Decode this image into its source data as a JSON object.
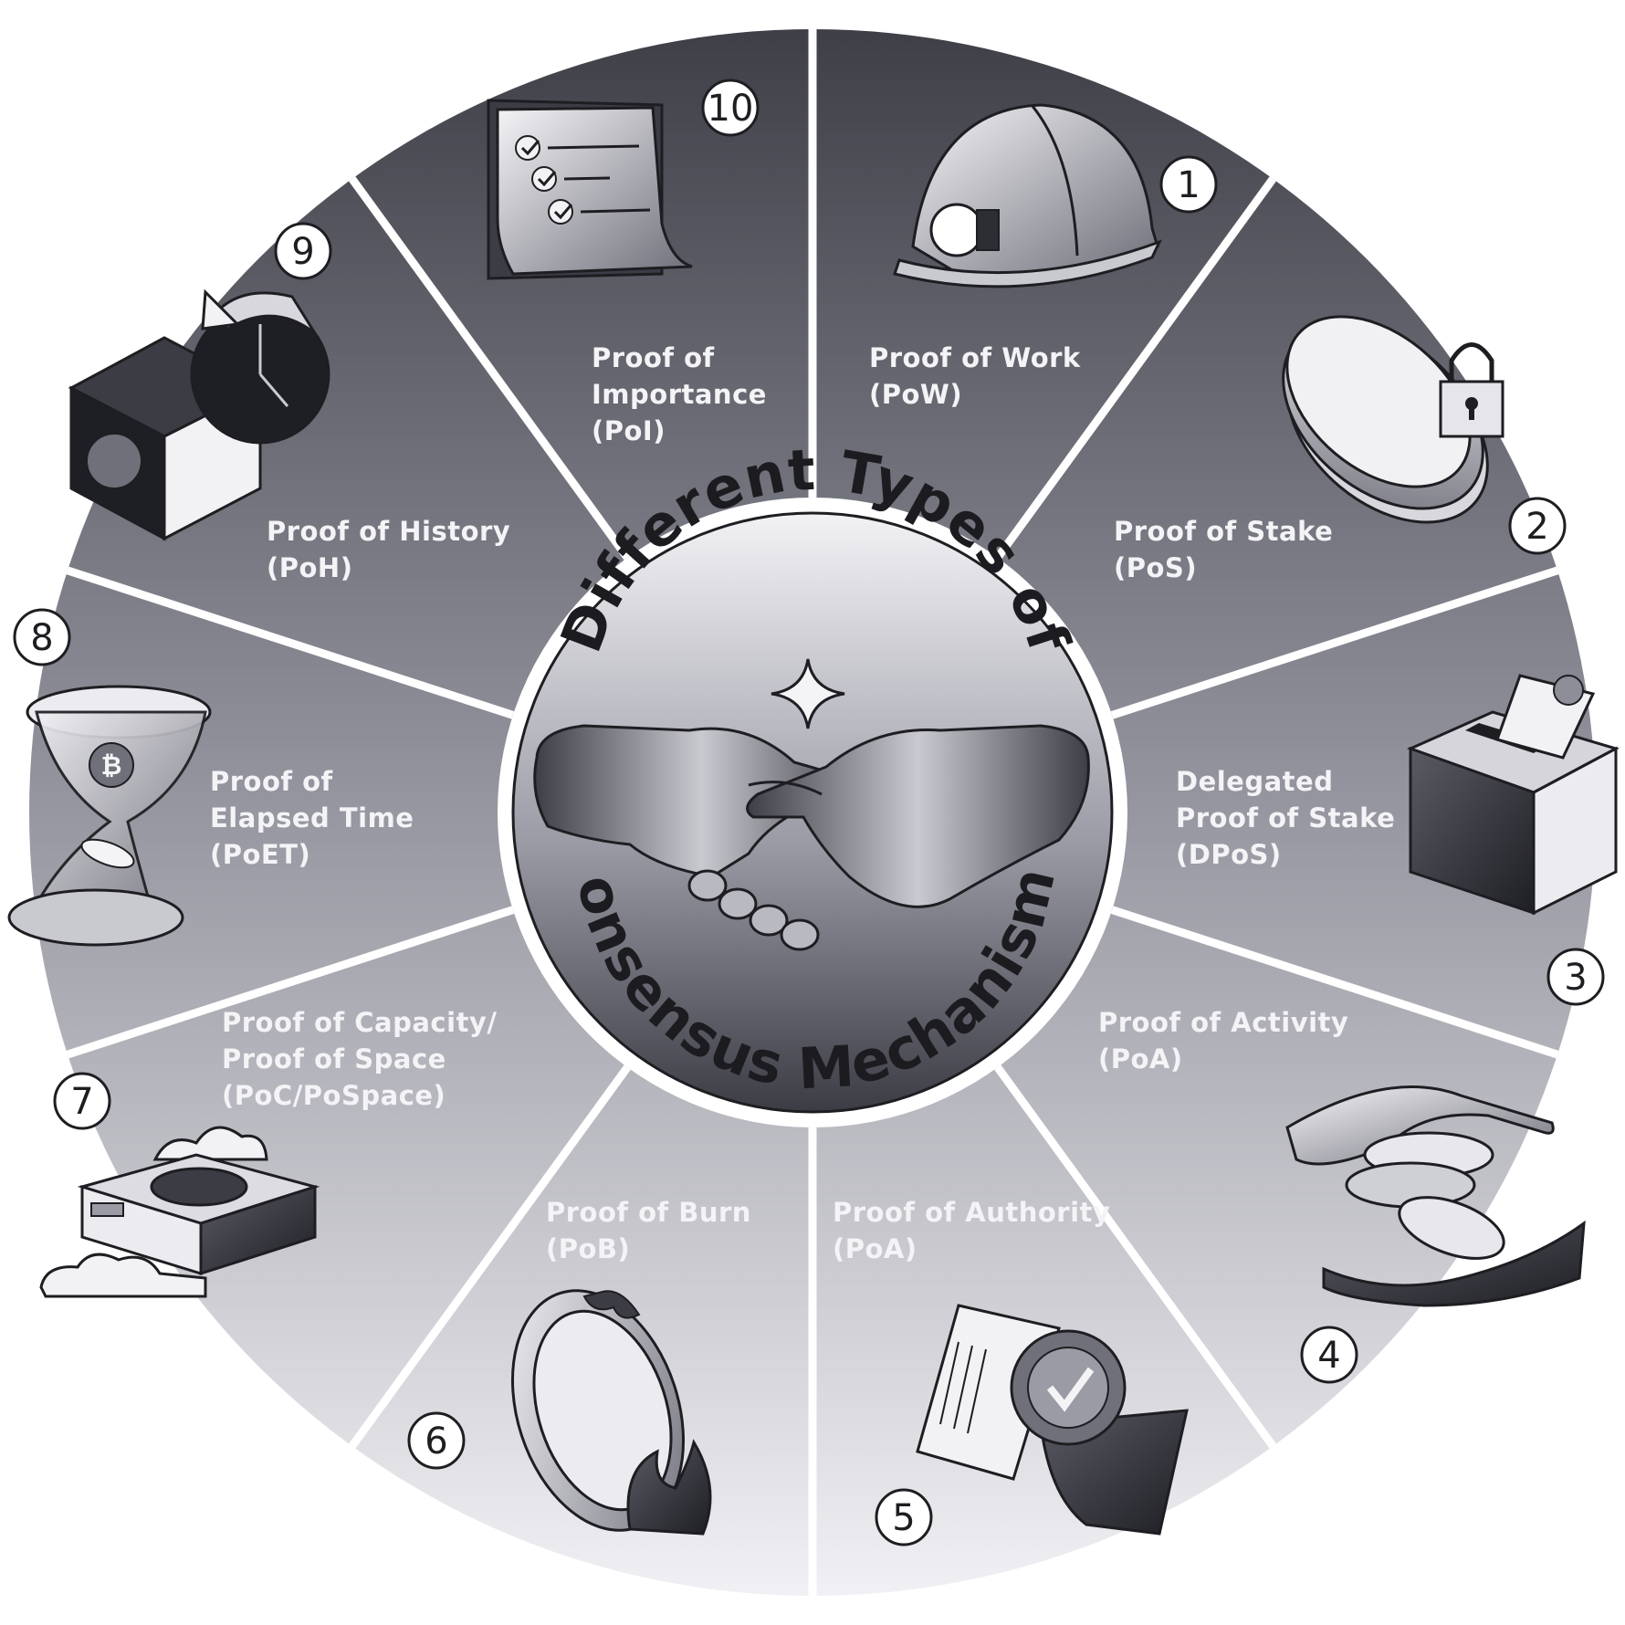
{
  "title": {
    "top": "Different Types of",
    "bottom": "Consensus Mechanisms"
  },
  "mechanisms": [
    {
      "number": "1",
      "lines": [
        "Proof of Work",
        "(PoW)"
      ],
      "icon": "miner-helmet-icon"
    },
    {
      "number": "2",
      "lines": [
        "Proof of Stake",
        "(PoS)"
      ],
      "icon": "locked-coin-stack-icon"
    },
    {
      "number": "3",
      "lines": [
        "Delegated",
        "Proof of Stake",
        "(DPoS)"
      ],
      "icon": "ballot-box-icon"
    },
    {
      "number": "4",
      "lines": [
        "Proof of Activity",
        "(PoA)"
      ],
      "icon": "hands-coins-icon"
    },
    {
      "number": "5",
      "lines": [
        "Proof of Authority",
        "(PoA)"
      ],
      "icon": "certificate-badge-icon"
    },
    {
      "number": "6",
      "lines": [
        "Proof of Burn",
        "(PoB)"
      ],
      "icon": "burning-coin-icon"
    },
    {
      "number": "7",
      "lines": [
        "Proof of Capacity/",
        "Proof of Space",
        "(PoC/PoSpace)"
      ],
      "icon": "cloud-storage-drive-icon"
    },
    {
      "number": "8",
      "lines": [
        "Proof of",
        "Elapsed Time",
        "(PoET)"
      ],
      "icon": "bitcoin-hourglass-icon"
    },
    {
      "number": "9",
      "lines": [
        "Proof of History",
        "(PoH)"
      ],
      "icon": "clock-box-icon"
    },
    {
      "number": "10",
      "lines": [
        "Proof of",
        "Importance",
        "(PoI)"
      ],
      "icon": "checklist-document-icon"
    }
  ],
  "center_icon": "handshake-icon",
  "sparkle_icon": "sparkle-icon"
}
